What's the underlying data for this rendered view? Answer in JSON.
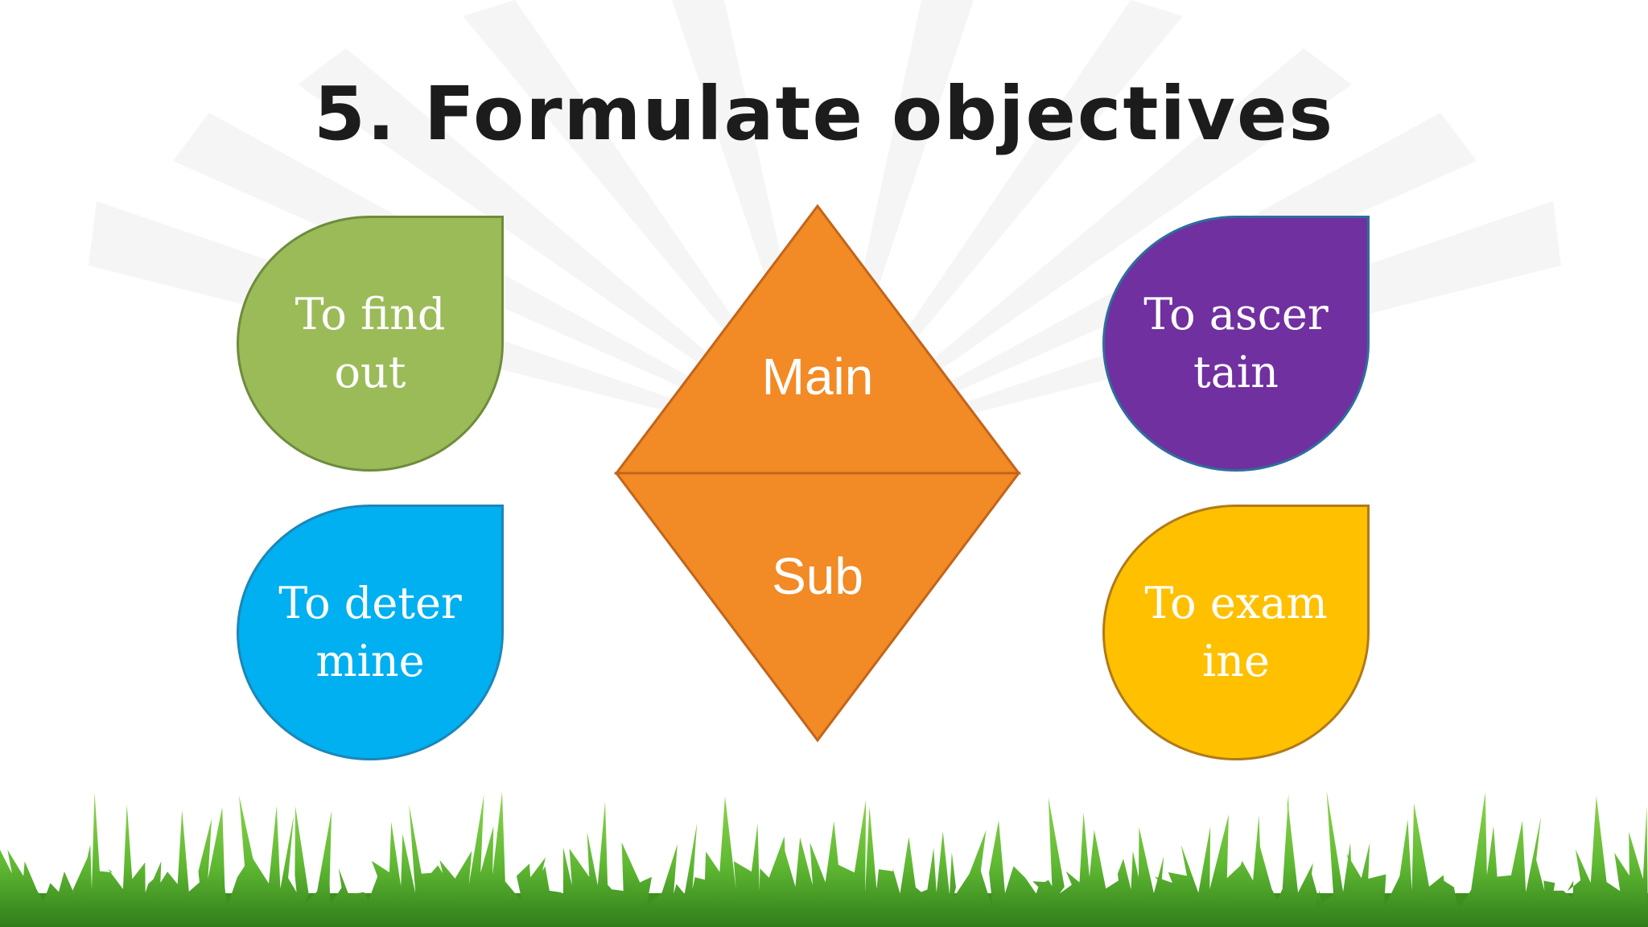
{
  "title": "5. Formulate objectives",
  "diamond": {
    "top_label": "Main",
    "bottom_label": "Sub",
    "fill": "#F28A25",
    "stroke": "#C2651B"
  },
  "drops": [
    {
      "label": "To find out",
      "fill": "#9BBB59",
      "stroke": "#6E8C3C"
    },
    {
      "label": "To determine",
      "fill": "#00B0F0",
      "stroke": "#1C86B8"
    },
    {
      "label": "To ascertain",
      "fill": "#7030A0",
      "stroke": "#2E6E9E"
    },
    {
      "label": "To examine",
      "fill": "#FFC000",
      "stroke": "#B07A1A"
    }
  ],
  "grass_color": "#5FB832"
}
